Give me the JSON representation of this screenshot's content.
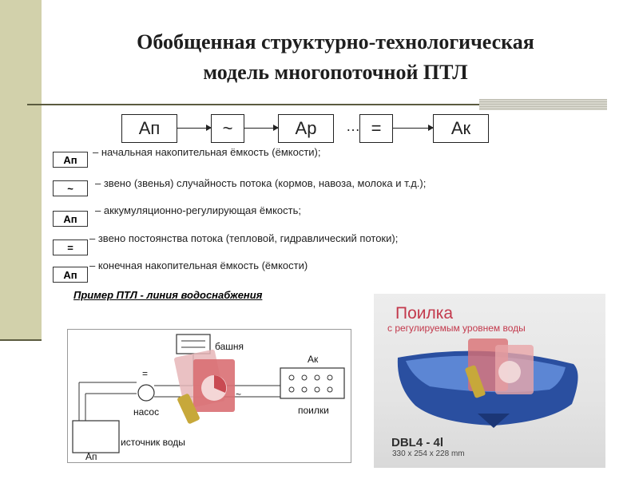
{
  "title": {
    "line1": "Обобщенная структурно-технологическая",
    "line2": "модель многопоточной ПТЛ"
  },
  "chain": [
    {
      "label": "Ап"
    },
    {
      "label": "~"
    },
    {
      "label": "Ар"
    },
    {
      "label": "="
    },
    {
      "label": "Ак"
    }
  ],
  "chain_dots": "…",
  "legend": [
    {
      "symbol": "Ап",
      "text": "– начальная накопительная ёмкость (ёмкости);"
    },
    {
      "symbol": "~",
      "text": "– звено (звенья) случайность потока (кормов, навоза, молока и т.д.);"
    },
    {
      "symbol": "Ап",
      "text": "– аккумуляционно-регулирующая ёмкость;"
    },
    {
      "symbol": "=",
      "text": "– звено постоянства потока (тепловой, гидравлический потоки);"
    },
    {
      "symbol": "Ап",
      "text": "– конечная накопительная ёмкость (ёмкости)"
    }
  ],
  "example_caption": "Пример ПТЛ - линия водоснабжения",
  "diagram": {
    "tower": "башня",
    "equals": "=",
    "pump": "насос",
    "tilde": "~",
    "ak": "Ак",
    "drinkers": "поилки",
    "source": "источник воды",
    "an": "Ап"
  },
  "photo": {
    "title": "Поилка",
    "subtitle": "с регулируемым уровнем воды",
    "model": "DBL4 - 4l",
    "dims": "330 x 254 x 228 mm"
  },
  "colors": {
    "side_bar": "#d2d1ab",
    "rule": "#5b5b3f",
    "photo_text": "#c3394c",
    "bowl": "#2a4fa0"
  },
  "icons": [
    "presentation-overlay-icon"
  ]
}
